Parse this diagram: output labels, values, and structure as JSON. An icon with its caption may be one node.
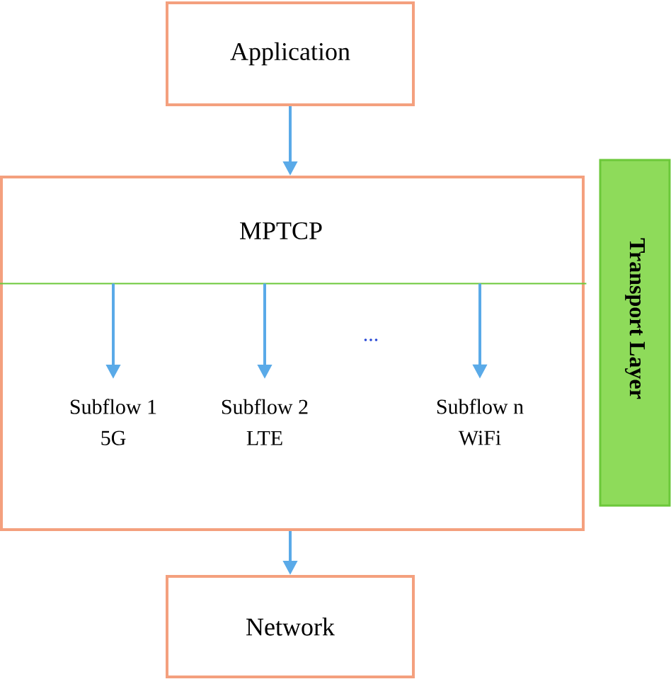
{
  "diagram": {
    "nodes": [
      {
        "text": [
          "Application"
        ]
      },
      {
        "text": [],
        "shape": "box"
      },
      {
        "text": [
          "MPTCP"
        ],
        "in": 1
      },
      {
        "text": [
          "Subflow 1",
          "5G"
        ],
        "in": 1
      },
      {
        "text": [
          "Subflow 2",
          "LTE"
        ],
        "in": 1
      },
      {
        "text": [
          "Subflow n",
          "WiFi"
        ],
        "in": 1
      },
      {
        "text": [
          "Transport Layer"
        ]
      },
      {
        "text": [
          "Network"
        ]
      }
    ],
    "edges": [
      {
        "from": 0,
        "to": 1,
        "arrow": "to"
      },
      {
        "from": 2,
        "to": 3,
        "arrow": "to"
      },
      {
        "from": 2,
        "to": 4,
        "arrow": "to"
      },
      {
        "from": 2,
        "to": 5,
        "arrow": "to"
      },
      {
        "from": 1,
        "to": 7,
        "arrow": "to"
      }
    ],
    "labels": [
      "..."
    ]
  }
}
